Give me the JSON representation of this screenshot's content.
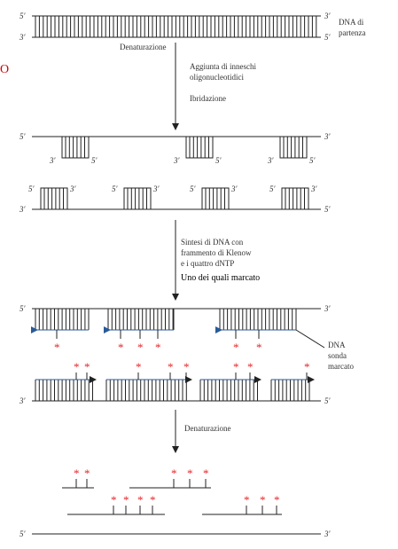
{
  "colors": {
    "strand": "#222222",
    "arrow": "#2a5a9a",
    "star": "#e8252a",
    "side_label": "#d40000"
  },
  "labels": {
    "dna_start": "DNA di",
    "dna_start2": "partenza",
    "denaturation": "Denaturazione",
    "primers1": "Aggiunta di inneschi",
    "primers2": "oligonucleotidici",
    "hybridization": "Ibridazione",
    "synthesis1": "Sintesi di DNA con",
    "synthesis2": "frammento di Klenow",
    "synthesis3": "e i quattro dNTP",
    "marked_note": "Uno dei quali marcato",
    "probe1": "DNA",
    "probe2": "sonda",
    "probe3": "marcato",
    "denaturation2": "Denaturazione",
    "side_mark": "O"
  },
  "ends": {
    "p5": "5′",
    "p3": "3′"
  },
  "star": "*"
}
